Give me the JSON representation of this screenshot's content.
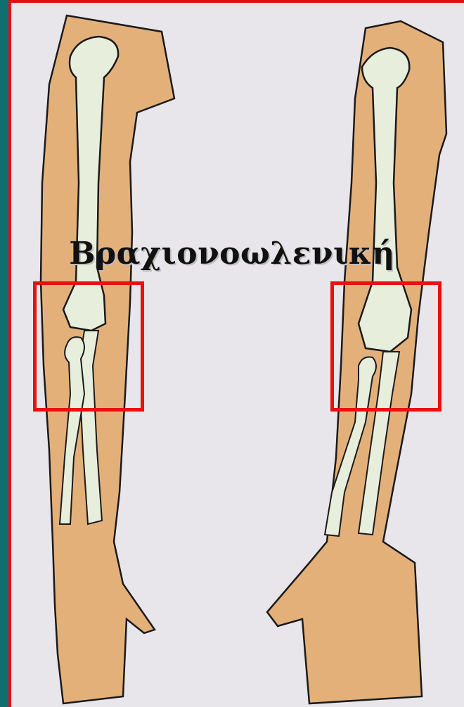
{
  "title": "Βραχιονοωλενική",
  "colors": {
    "background": "#e8e6ea",
    "skin": "#e4b07a",
    "bone": "#e8eedc",
    "highlight": "#e81010",
    "stripe": "#0f6f6f"
  },
  "figures": [
    "left-arm-pronation",
    "right-arm-supination"
  ]
}
